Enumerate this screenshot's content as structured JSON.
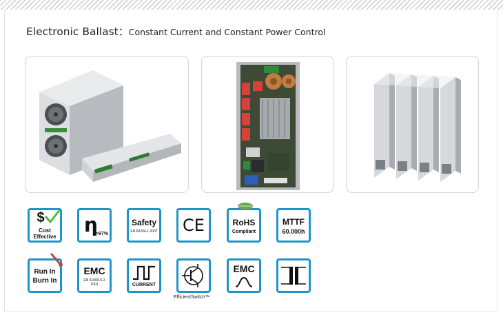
{
  "header": {
    "title_main": "Electronic Ballast",
    "title_sep": "：",
    "title_sub": "Constant Current and Constant Power Control"
  },
  "colors": {
    "badge_border": "#1d95cc",
    "checkmark": "#52b848",
    "leaf": "#6aa84f"
  },
  "badges": {
    "cost": {
      "symbol": "$",
      "line1": "Cost",
      "line2": "Effective"
    },
    "efficiency": {
      "symbol": "η",
      "value": ">97%"
    },
    "safety": {
      "line1": "Safety",
      "standard": "EN 60204-1:2007"
    },
    "ce": {
      "label": "CE"
    },
    "rohs": {
      "line1": "RoHS",
      "line2": "Compliant"
    },
    "mttf": {
      "line1": "MTTF",
      "line2": "60.000h"
    },
    "runin": {
      "line1": "Run In",
      "line2": "Burn In"
    },
    "emc": {
      "line1": "EMC",
      "standard1": "EN 61000-6-2",
      "standard2": "2001"
    },
    "current": {
      "label": "CURRENT"
    },
    "switch": {
      "caption": "EfficientSwitch™"
    },
    "emc_wave": {
      "line1": "EMC"
    },
    "transformer": {}
  }
}
